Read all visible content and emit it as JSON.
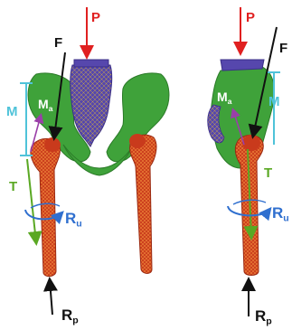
{
  "labels": {
    "P": "P",
    "F": "F",
    "M": "M",
    "Ma_base": "M",
    "Ma_sub": "a",
    "T": "T",
    "Ru_base": "R",
    "Ru_sub": "u",
    "Rp_base": "R",
    "Rp_sub": "p"
  },
  "colors": {
    "P": "#e02020",
    "F": "#111111",
    "M": "#4fc3d9",
    "Ma": "#9a3fa8",
    "T": "#5aa823",
    "Ru": "#2f6fcf",
    "Rp": "#111111",
    "pelvis_bone": "#3fa23a",
    "sacrum": "#5a4fb0",
    "femur": "#c93a1c",
    "femur_mesh": "#e8762c"
  }
}
